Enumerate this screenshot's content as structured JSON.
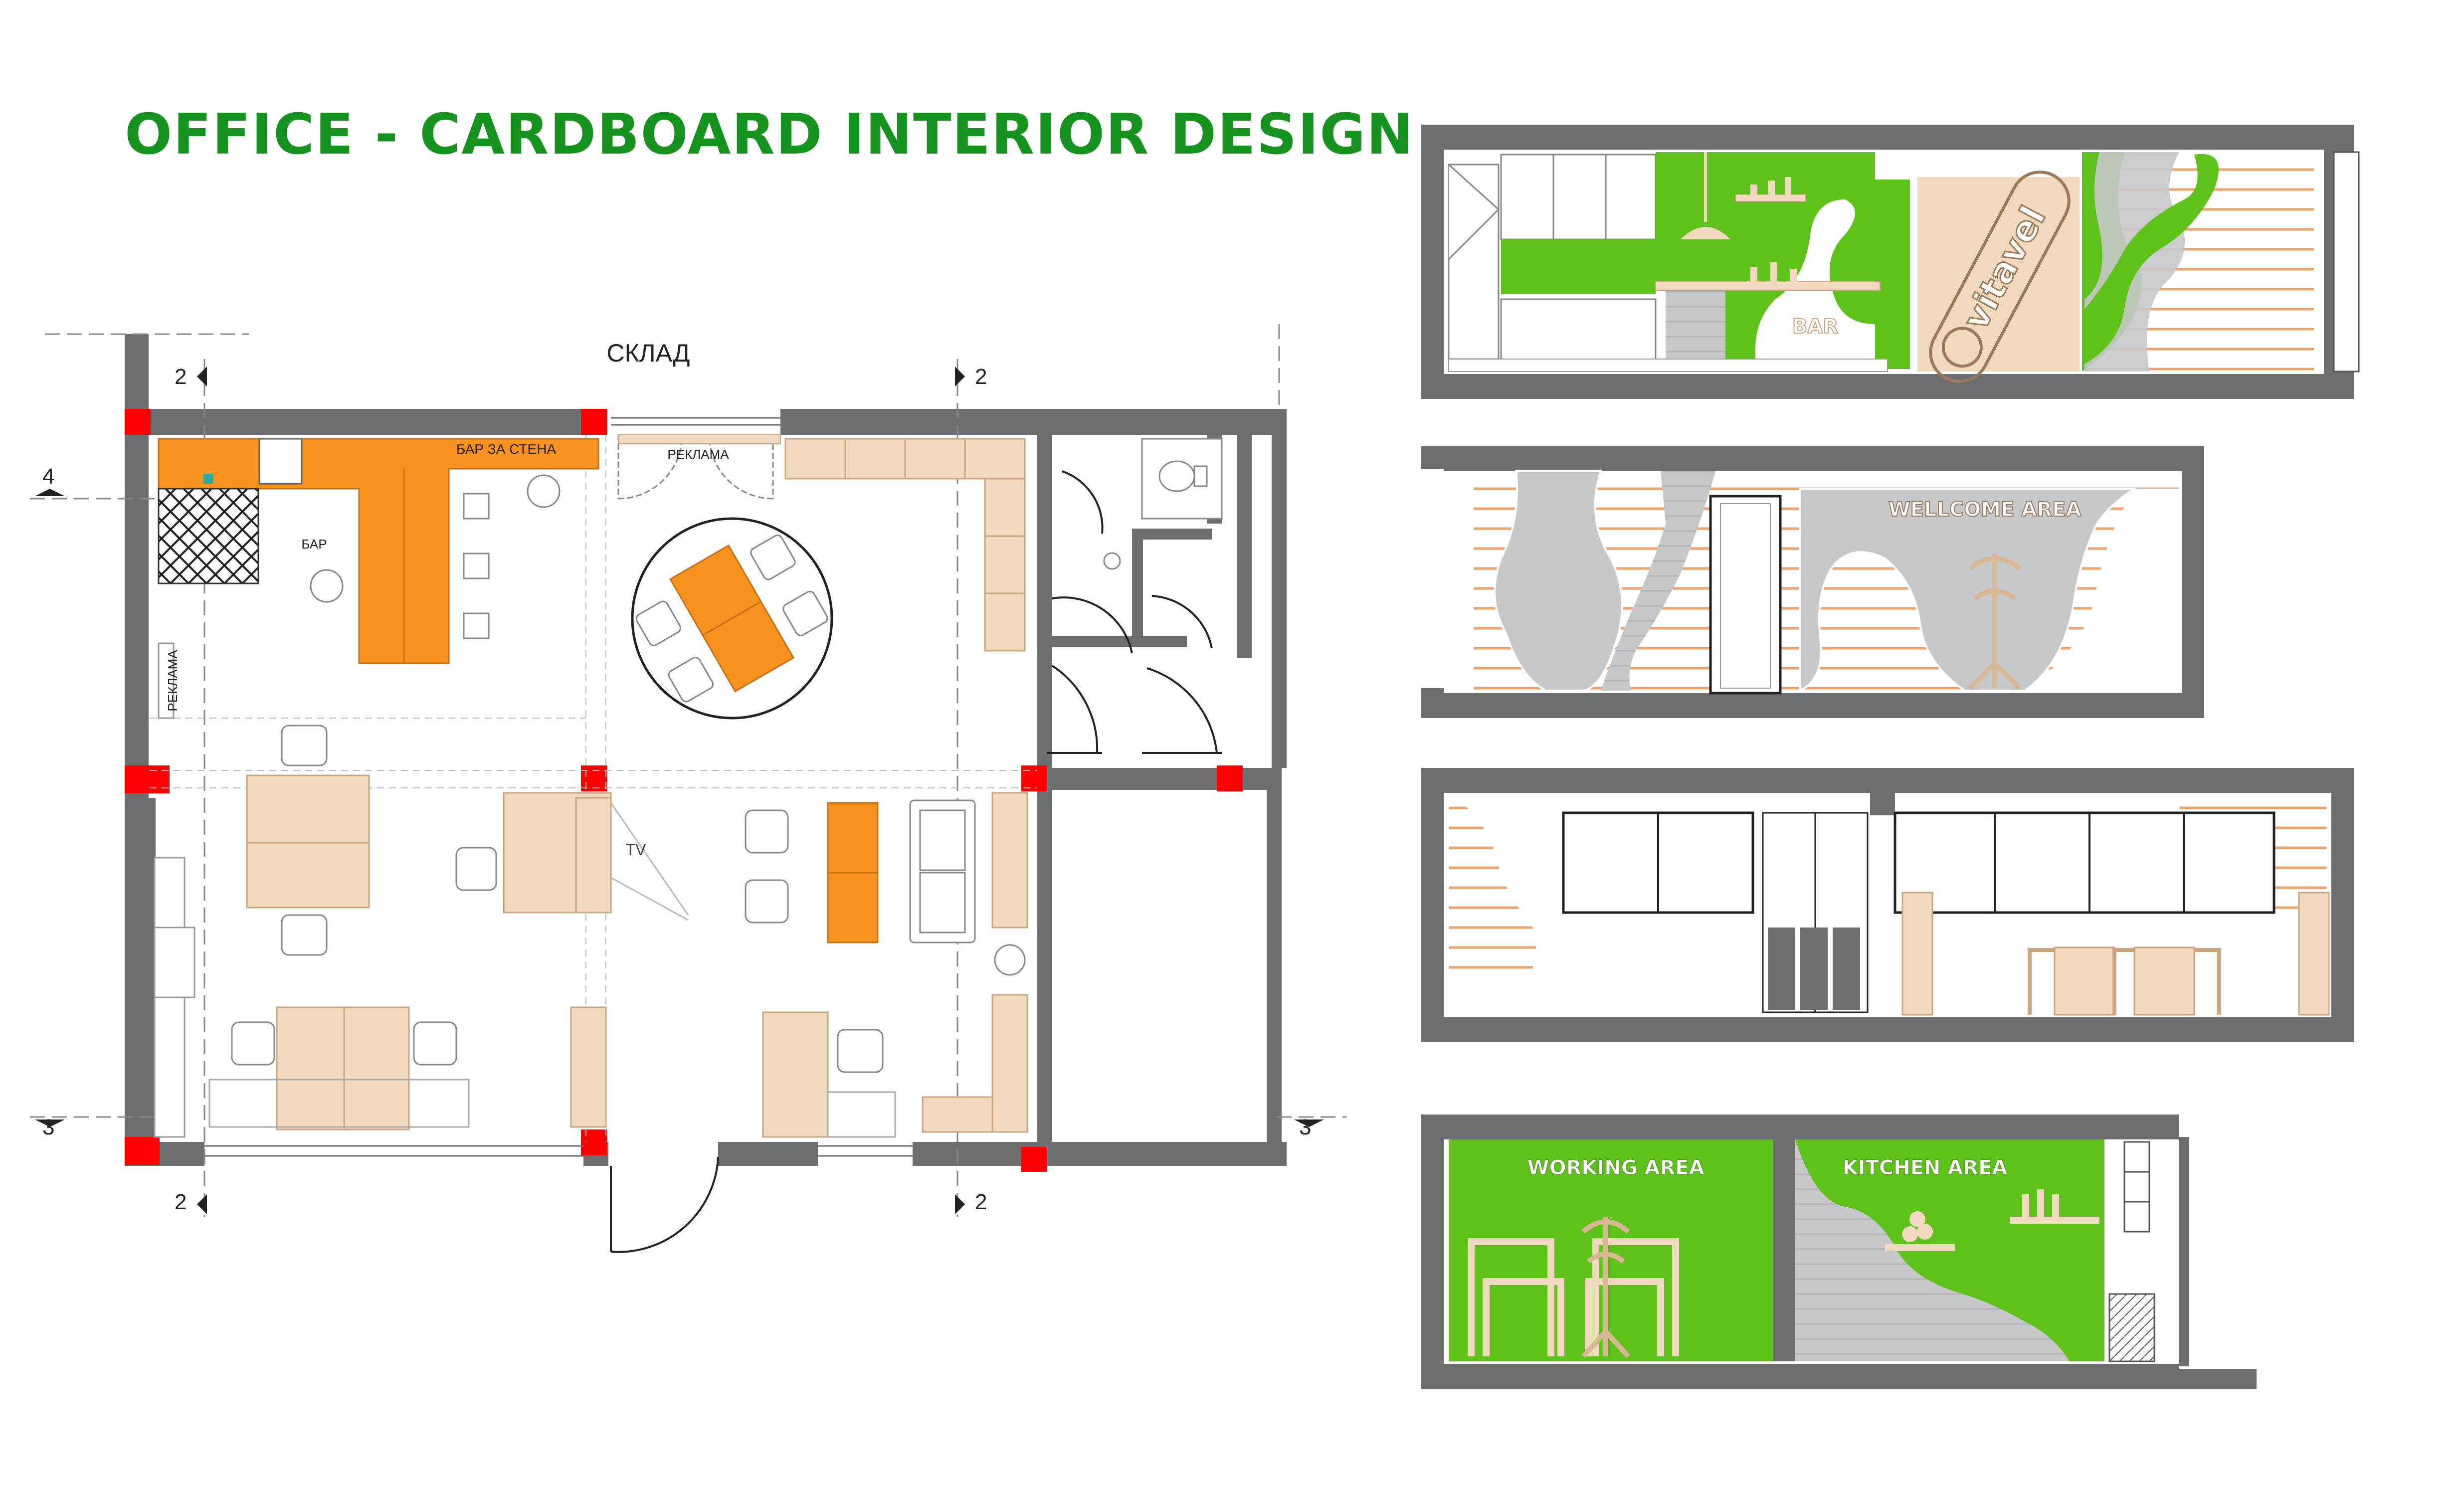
{
  "title": "OFFICE - CARDBOARD INTERIOR DESIGN",
  "colors": {
    "title": "#15931e",
    "wall": "#6d6e70",
    "column": "#ff0000",
    "orange": "#f7931e",
    "beige": "#f0d9be",
    "green": "#5ec21a",
    "grey": "#c7c8c9",
    "stripe": "#f3a06b"
  },
  "plan": {
    "storage": "СКЛАД",
    "bar_wall": "БАР ЗА СТЕНА",
    "advert_top": "РЕКЛАМА",
    "advert_side": "РЕКЛАМА",
    "bar": "БАР",
    "tv": "TV",
    "section_marks": [
      {
        "id": "2",
        "pos": "top-left"
      },
      {
        "id": "2",
        "pos": "top-right"
      },
      {
        "id": "2",
        "pos": "bottom-left"
      },
      {
        "id": "2",
        "pos": "bottom-right"
      },
      {
        "id": "4",
        "pos": "left"
      },
      {
        "id": "3",
        "pos": "bottom-left"
      },
      {
        "id": "3",
        "pos": "bottom-right"
      }
    ]
  },
  "elevations": {
    "e1": {
      "bar_sign": "BAR",
      "logo": "vitavel"
    },
    "e2": {
      "area": "WELLCOME AREA"
    },
    "e4": {
      "working": "WORKING AREA",
      "kitchen": "KITCHEN AREA"
    }
  }
}
